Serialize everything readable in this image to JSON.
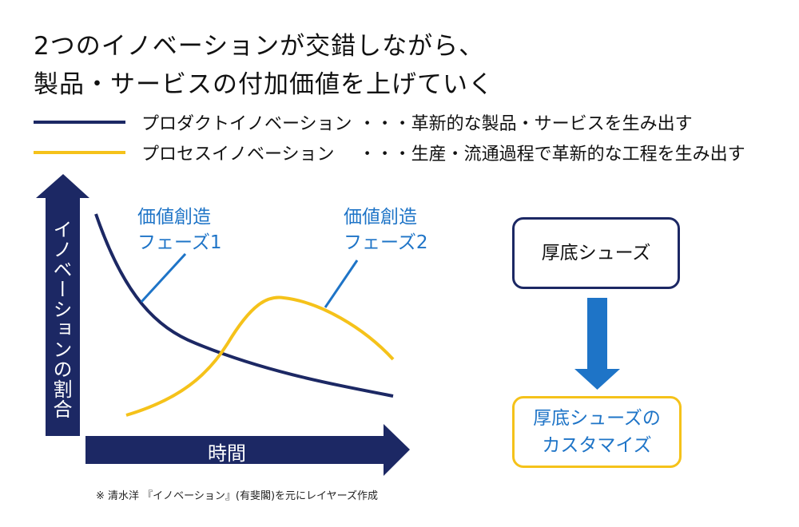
{
  "title": {
    "line1": "2つのイノベーションが交錯しながら、",
    "line2": "製品・サービスの付加価値を上げていく"
  },
  "legend": [
    {
      "name": "プロダクトイノベーション",
      "desc": "・・・革新的な製品・サービスを生み出す",
      "color": "#1c2864"
    },
    {
      "name": "プロセスイノベーション",
      "desc": "・・・生産・流通過程で革新的な工程を生み出す",
      "color": "#f5c21a"
    }
  ],
  "axes": {
    "y_label": "イノベーションの割合",
    "x_label": "時間"
  },
  "phases": {
    "phase1": {
      "line1": "価値創造",
      "line2": "フェーズ1"
    },
    "phase2": {
      "line1": "価値創造",
      "line2": "フェーズ2"
    }
  },
  "flow": {
    "box1": "厚底シューズ",
    "box2_line1": "厚底シューズの",
    "box2_line2": "カスタマイズ"
  },
  "note": "※ 清水洋 『イノベーション』(有斐閣)を元にレイヤーズ作成",
  "colors": {
    "navy": "#1c2864",
    "yellow": "#f5c21a",
    "blue": "#1e74c7"
  }
}
